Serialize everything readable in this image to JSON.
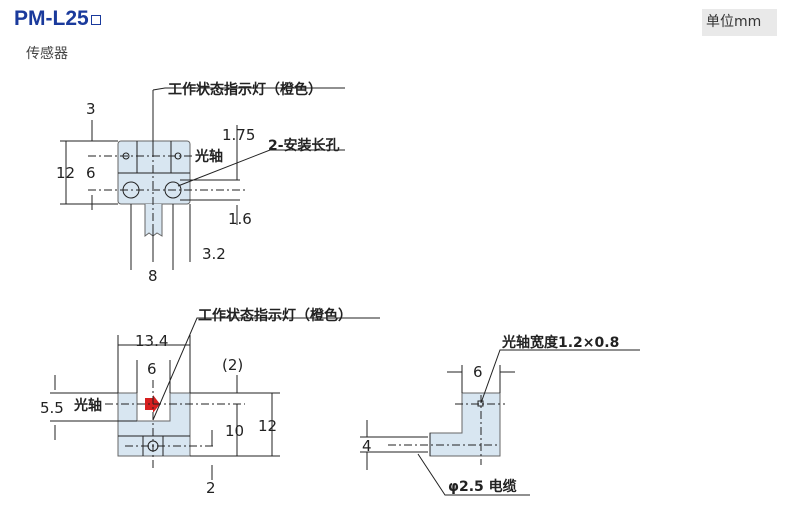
{
  "header": {
    "model": "PM-L25",
    "unit": "单位mm"
  },
  "section": "传感器",
  "top_view": {
    "indicator": "工作状态指示灯（橙色）",
    "optical_axis": "光轴",
    "mount_holes": "2-安装长孔",
    "dims": [
      "3",
      "12",
      "6",
      "1.75",
      "1.6",
      "3.2",
      "8"
    ]
  },
  "front_view": {
    "indicator": "工作状态指示灯（橙色）",
    "optical_axis": "光轴",
    "dims": [
      "13.4",
      "6",
      "(2)",
      "5.5",
      "10",
      "12",
      "2"
    ]
  },
  "side_view": {
    "axis_width": "光轴宽度1.2×0.8",
    "cable": "φ2.5 电缆",
    "dims": [
      "6",
      "4"
    ]
  },
  "colors": {
    "title": "#1a3a9c",
    "body": "#d8e6f1",
    "indicator": "#d61f1f"
  }
}
